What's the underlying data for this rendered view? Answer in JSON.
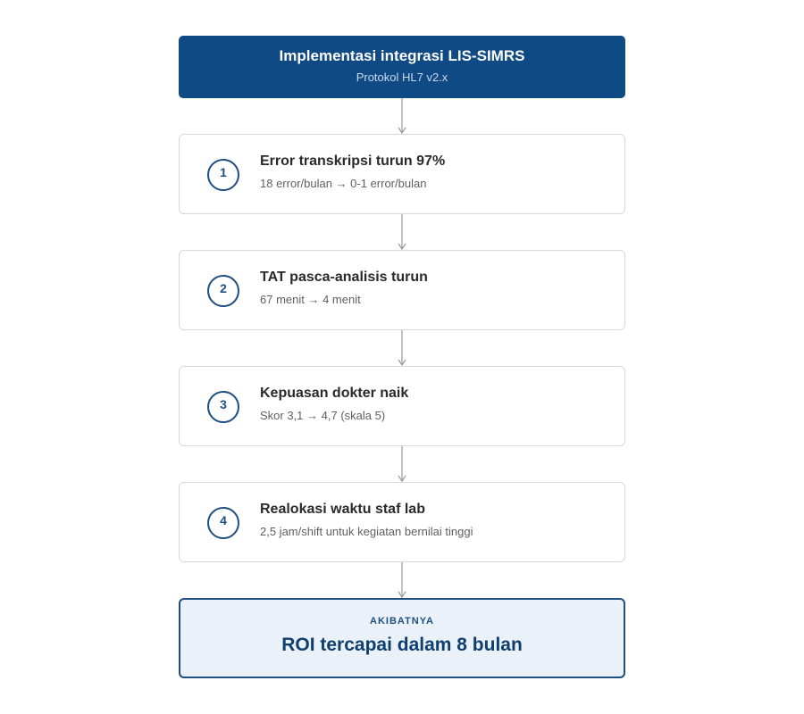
{
  "header": {
    "title": "Implementasi integrasi LIS-SIMRS",
    "subtitle": "Protokol HL7 v2.x"
  },
  "steps": [
    {
      "number": "1",
      "title": "Error transkripsi turun 97%",
      "detail": "18 error/bulan → 0-1 error/bulan"
    },
    {
      "number": "2",
      "title": "TAT pasca-analisis turun",
      "detail": "67 menit → 4 menit"
    },
    {
      "number": "3",
      "title": "Kepuasan dokter naik",
      "detail": "Skor 3,1 → 4,7 (skala 5)"
    },
    {
      "number": "4",
      "title": "Realokasi waktu staf lab",
      "detail": "2,5 jam/shift untuk kegiatan bernilai tinggi"
    }
  ],
  "result": {
    "label": "AKIBATNYA",
    "text": "ROI tercapai dalam 8 bulan"
  },
  "colors": {
    "header_bg": "#0f4a85",
    "accent": "#1e4f80",
    "result_bg": "#eaf1f8",
    "arrow": "#999999"
  }
}
